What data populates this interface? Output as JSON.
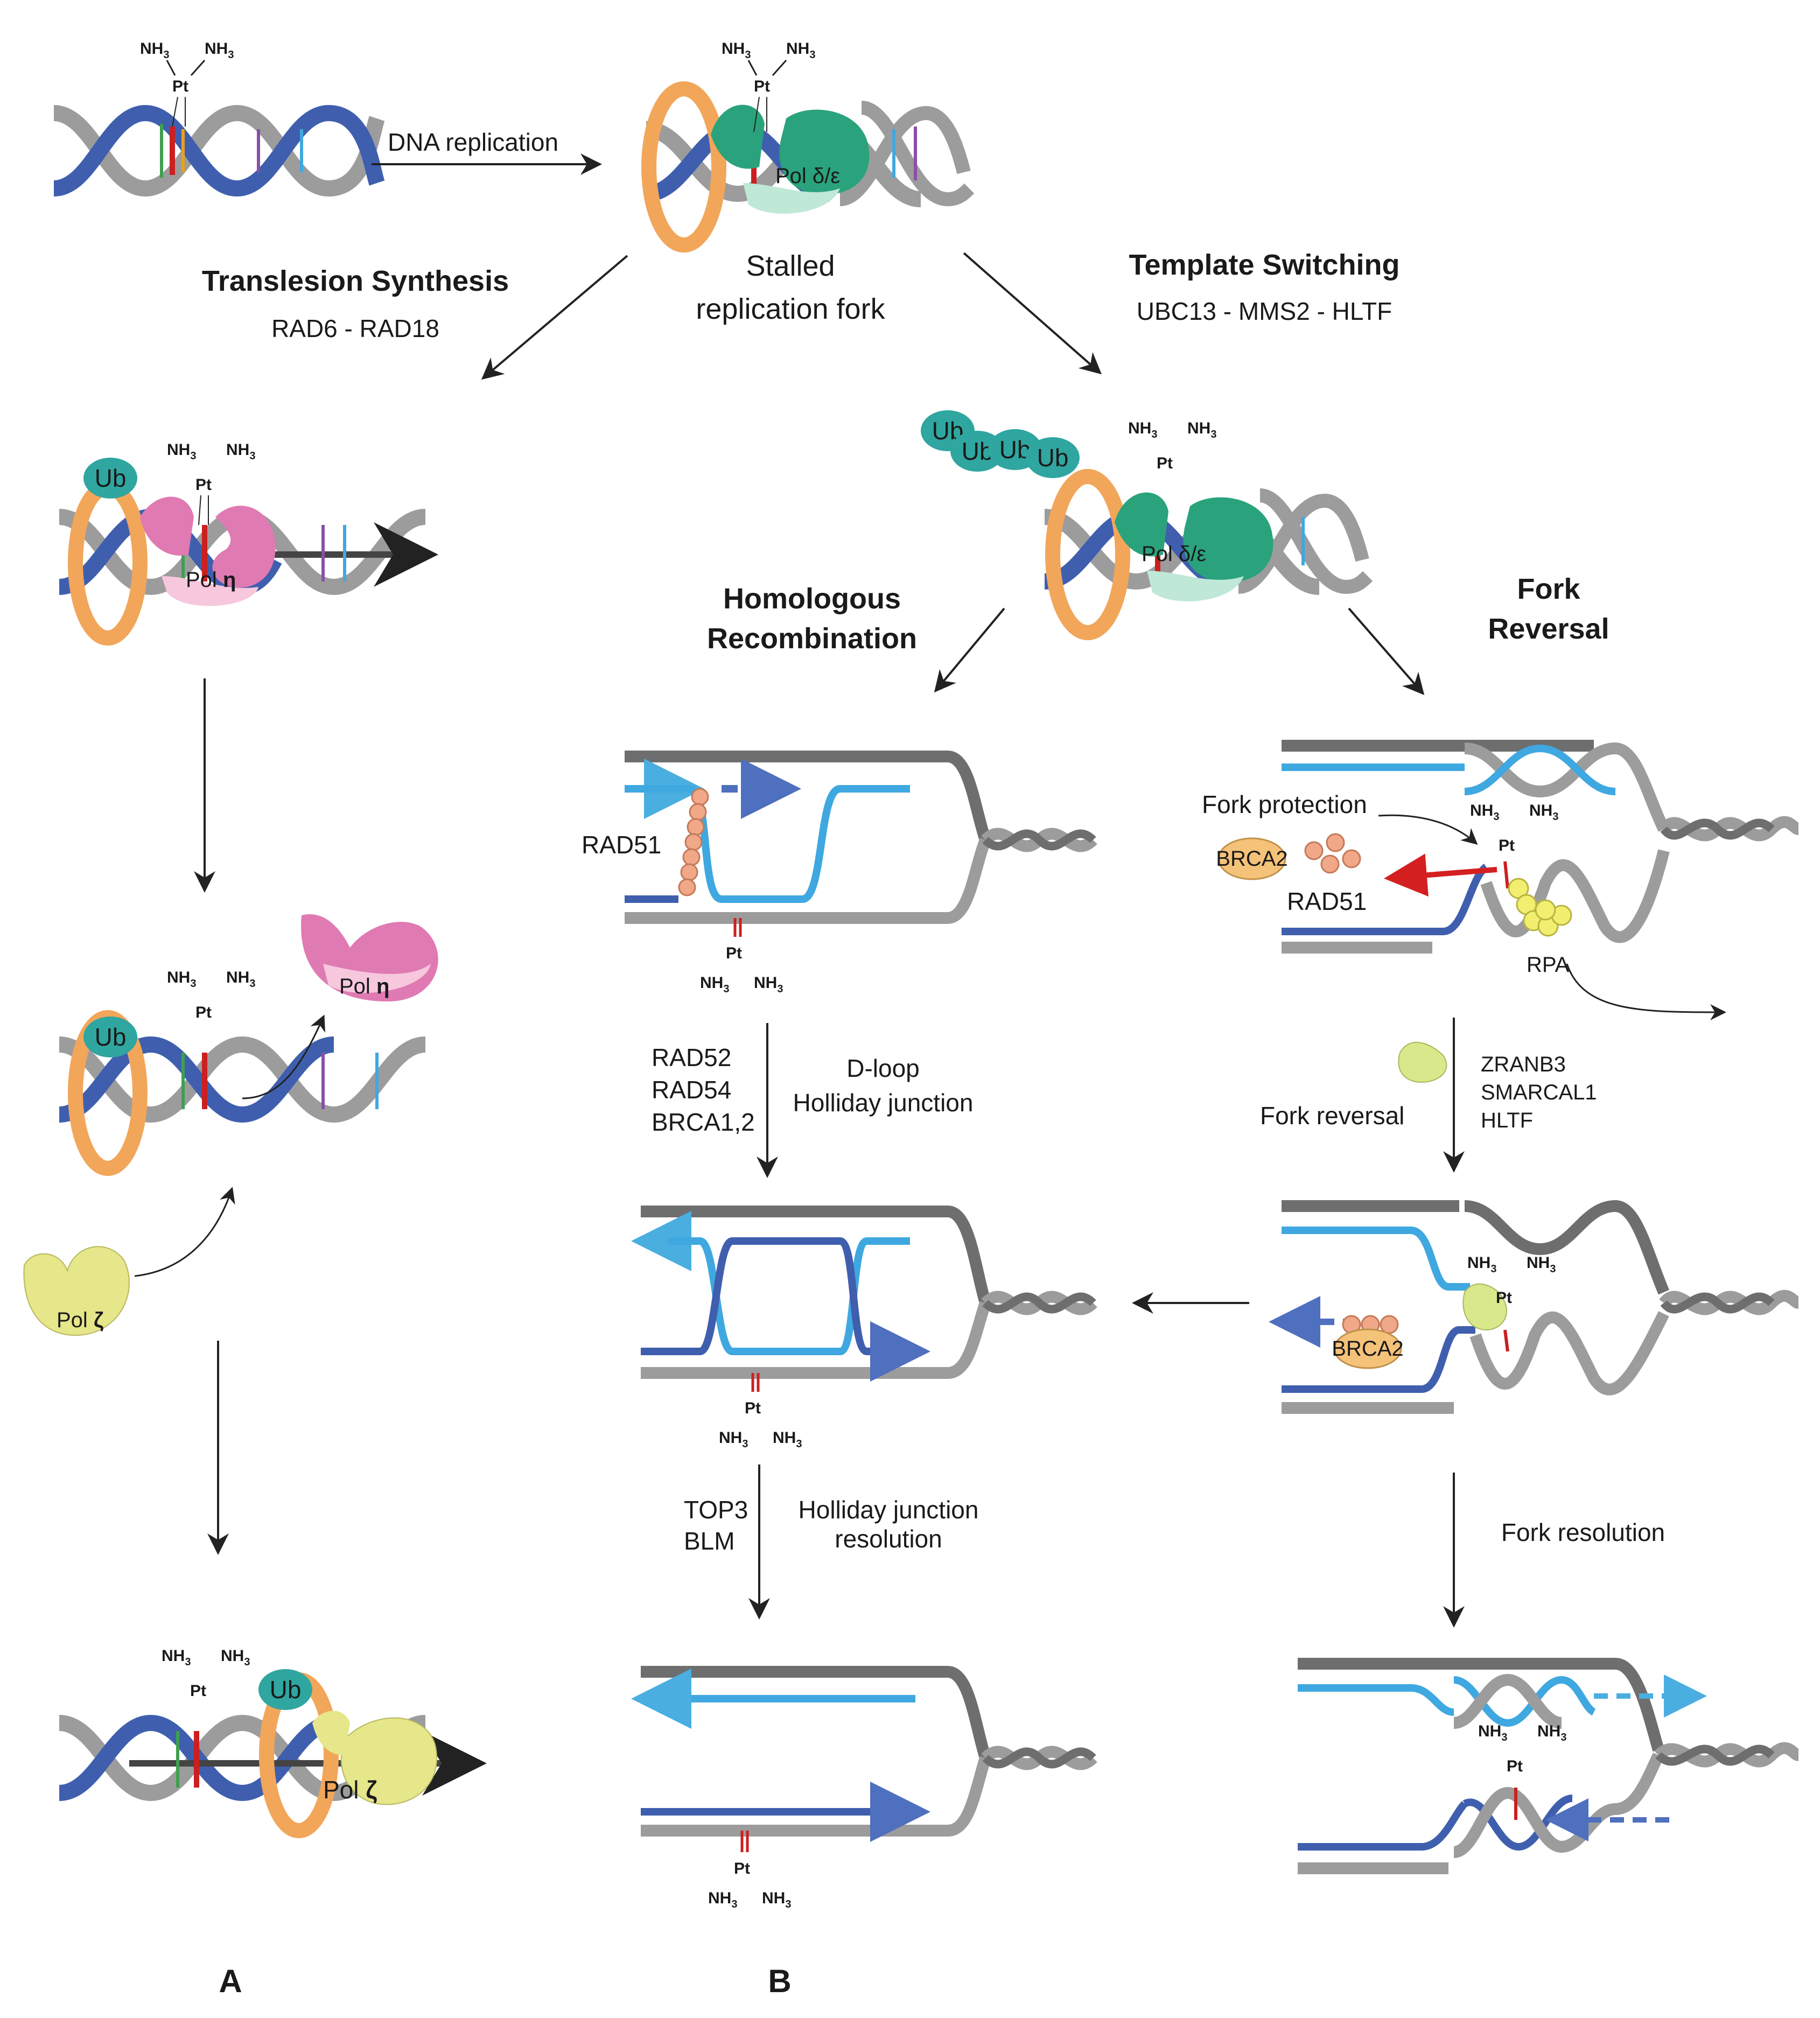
{
  "colors": {
    "backbone_gray": "#9c9c9c",
    "backbone_dark": "#6e6e6e",
    "blue_dark": "#3f5fae",
    "blue_light": "#3fa8e0",
    "pcna_orange": "#f2a65a",
    "pol_delta_green": "#2aa37c",
    "ub_teal": "#2fa6a0",
    "pol_eta_pink": "#e07ab3",
    "pol_zeta_yellow": "#e6e68a",
    "rad51_salmon": "#f0a888",
    "rpa_yellow": "#f2ee70",
    "brca2_peach": "#f5c27a",
    "lesion_red": "#cc1f1f",
    "arrow_red": "#d42020",
    "arrow_black": "#222222"
  },
  "chem": {
    "nh3": "NH",
    "sub": "3",
    "pt": "Pt"
  },
  "labels": {
    "dna_replication": "DNA replication",
    "stalled_line1": "Stalled",
    "stalled_line2": "replication fork",
    "tls_title": "Translesion Synthesis",
    "tls_sub": "RAD6 - RAD18",
    "ts_title": "Template Switching",
    "ts_sub": "UBC13 - MMS2 - HLTF",
    "hr_line1": "Homologous",
    "hr_line2": "Recombination",
    "fr_line1": "Fork",
    "fr_line2": "Reversal",
    "rad51": "RAD51",
    "fork_protection": "Fork protection",
    "brca2": "BRCA2",
    "rpa": "RPA",
    "rad52": "RAD52",
    "rad54": "RAD54",
    "brca12": "BRCA1,2",
    "dloop": "D-loop",
    "holliday": "Holliday junction",
    "zranb3": "ZRANB3",
    "smarcal1": "SMARCAL1",
    "hltf": "HLTF",
    "fork_reversal": "Fork reversal",
    "top3": "TOP3",
    "blm": "BLM",
    "hj_res1": "Holliday junction",
    "hj_res2": "resolution",
    "fork_resolution": "Fork resolution",
    "panel_a": "A",
    "panel_b": "B"
  },
  "proteins": {
    "ub": "Ub",
    "pol_delta": "Pol δ/ε",
    "pol_eta_prefix": "Pol ",
    "pol_eta_greek": "η",
    "pol_zeta_prefix": "Pol ",
    "pol_zeta_greek": "ζ"
  }
}
